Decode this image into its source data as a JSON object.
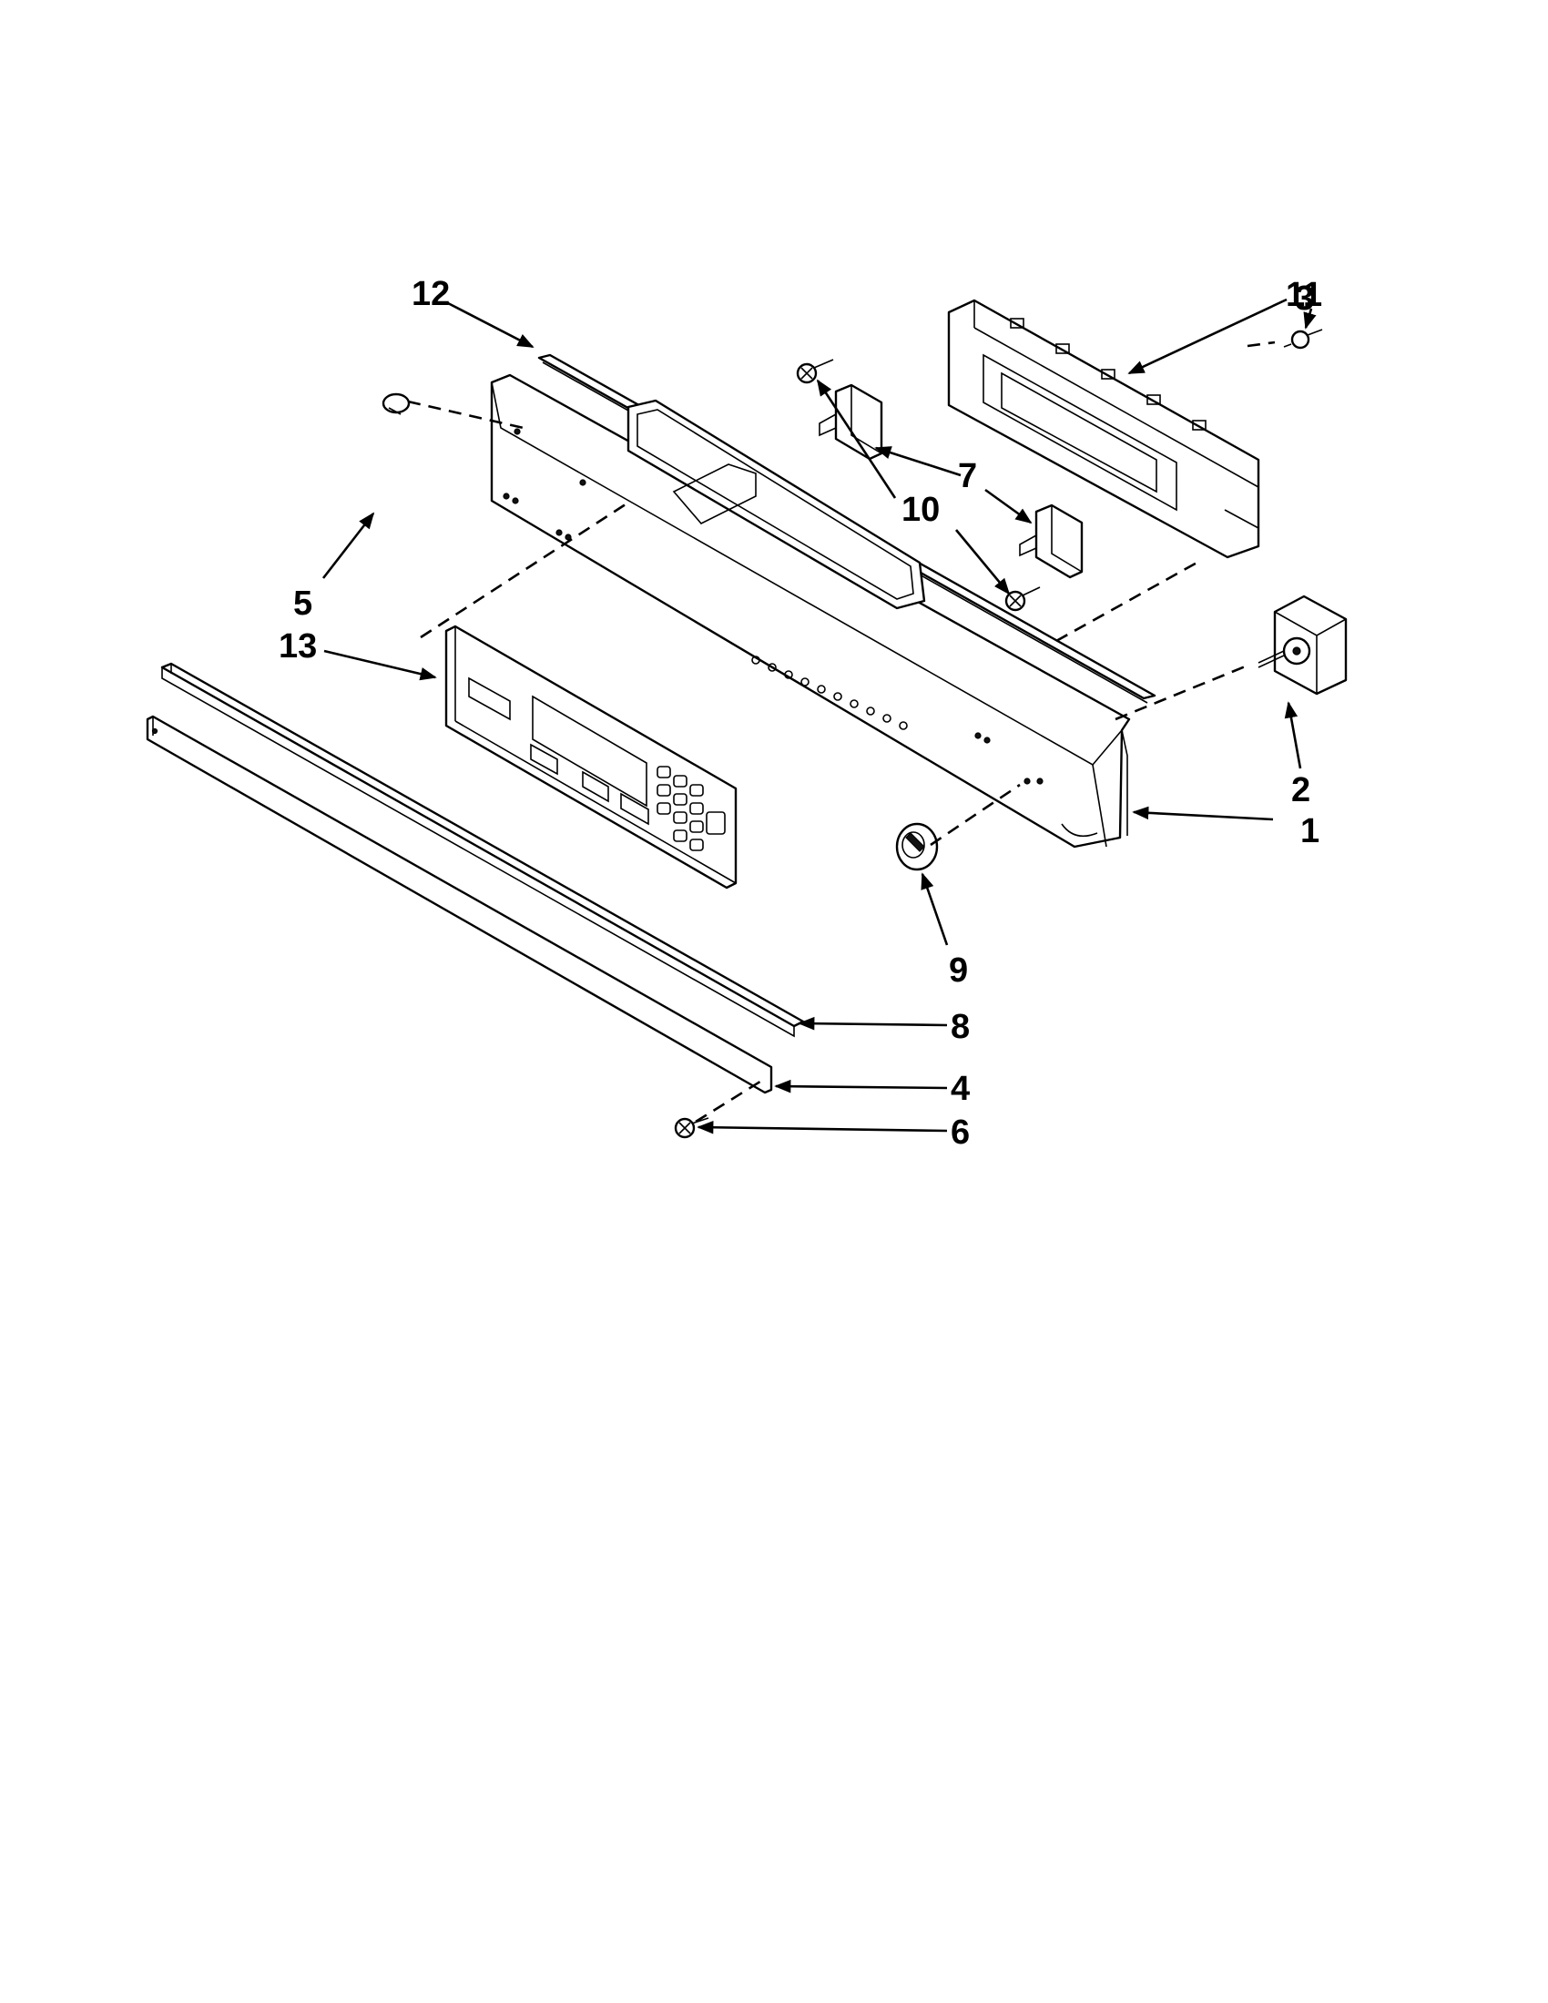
{
  "diagram": {
    "callouts": [
      {
        "id": "12",
        "text": "12"
      },
      {
        "id": "3",
        "text": "3"
      },
      {
        "id": "11",
        "text": "11"
      },
      {
        "id": "7",
        "text": "7"
      },
      {
        "id": "10",
        "text": "10"
      },
      {
        "id": "5",
        "text": "5"
      },
      {
        "id": "13",
        "text": "13"
      },
      {
        "id": "2",
        "text": "2"
      },
      {
        "id": "1",
        "text": "1"
      },
      {
        "id": "9",
        "text": "9"
      },
      {
        "id": "8",
        "text": "8"
      },
      {
        "id": "4",
        "text": "4"
      },
      {
        "id": "6",
        "text": "6"
      }
    ],
    "ink_color": "#000000",
    "background_color": "#ffffff"
  }
}
